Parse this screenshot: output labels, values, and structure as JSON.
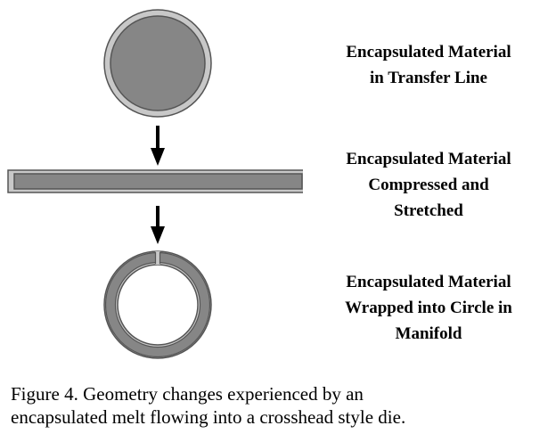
{
  "stages": [
    {
      "id": "transfer-line",
      "label_lines": [
        "Encapsulated Material",
        "in Transfer Line"
      ]
    },
    {
      "id": "compressed",
      "label_lines": [
        "Encapsulated Material",
        "Compressed and",
        "Stretched"
      ]
    },
    {
      "id": "manifold",
      "label_lines": [
        "Encapsulated Material",
        "Wrapped into Circle in",
        "Manifold"
      ]
    }
  ],
  "caption_lines": [
    "Figure 4.  Geometry changes experienced by an",
    "encapsulated melt flowing into a crosshead style die."
  ],
  "colors": {
    "outer_fill": "#c8c8c8",
    "inner_fill": "#868686",
    "outline": "#555555",
    "arrow": "#000000"
  }
}
